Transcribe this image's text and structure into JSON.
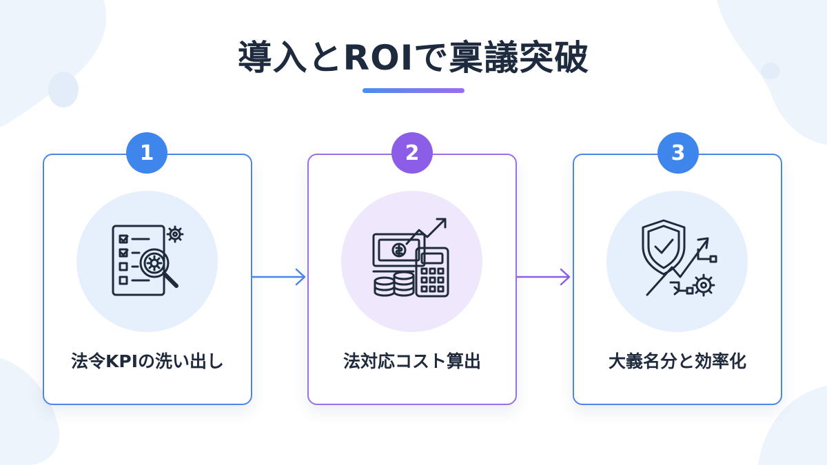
{
  "title": "導入とROIで稟議突破",
  "colors": {
    "accent_blue": "#3f86ec",
    "accent_purple": "#8c5ee8",
    "icon_stroke": "#1f2a3c",
    "circle_blue": "#e6f0fc",
    "circle_purple": "#efe8fc"
  },
  "steps": [
    {
      "number": "1",
      "label": "法令KPIの洗い出し",
      "icon": "checklist-magnifier-gear-icon"
    },
    {
      "number": "2",
      "label": "法対応コスト算出",
      "icon": "money-calculator-growth-icon"
    },
    {
      "number": "3",
      "label": "大義名分と効率化",
      "icon": "shield-check-growth-gear-icon"
    }
  ]
}
